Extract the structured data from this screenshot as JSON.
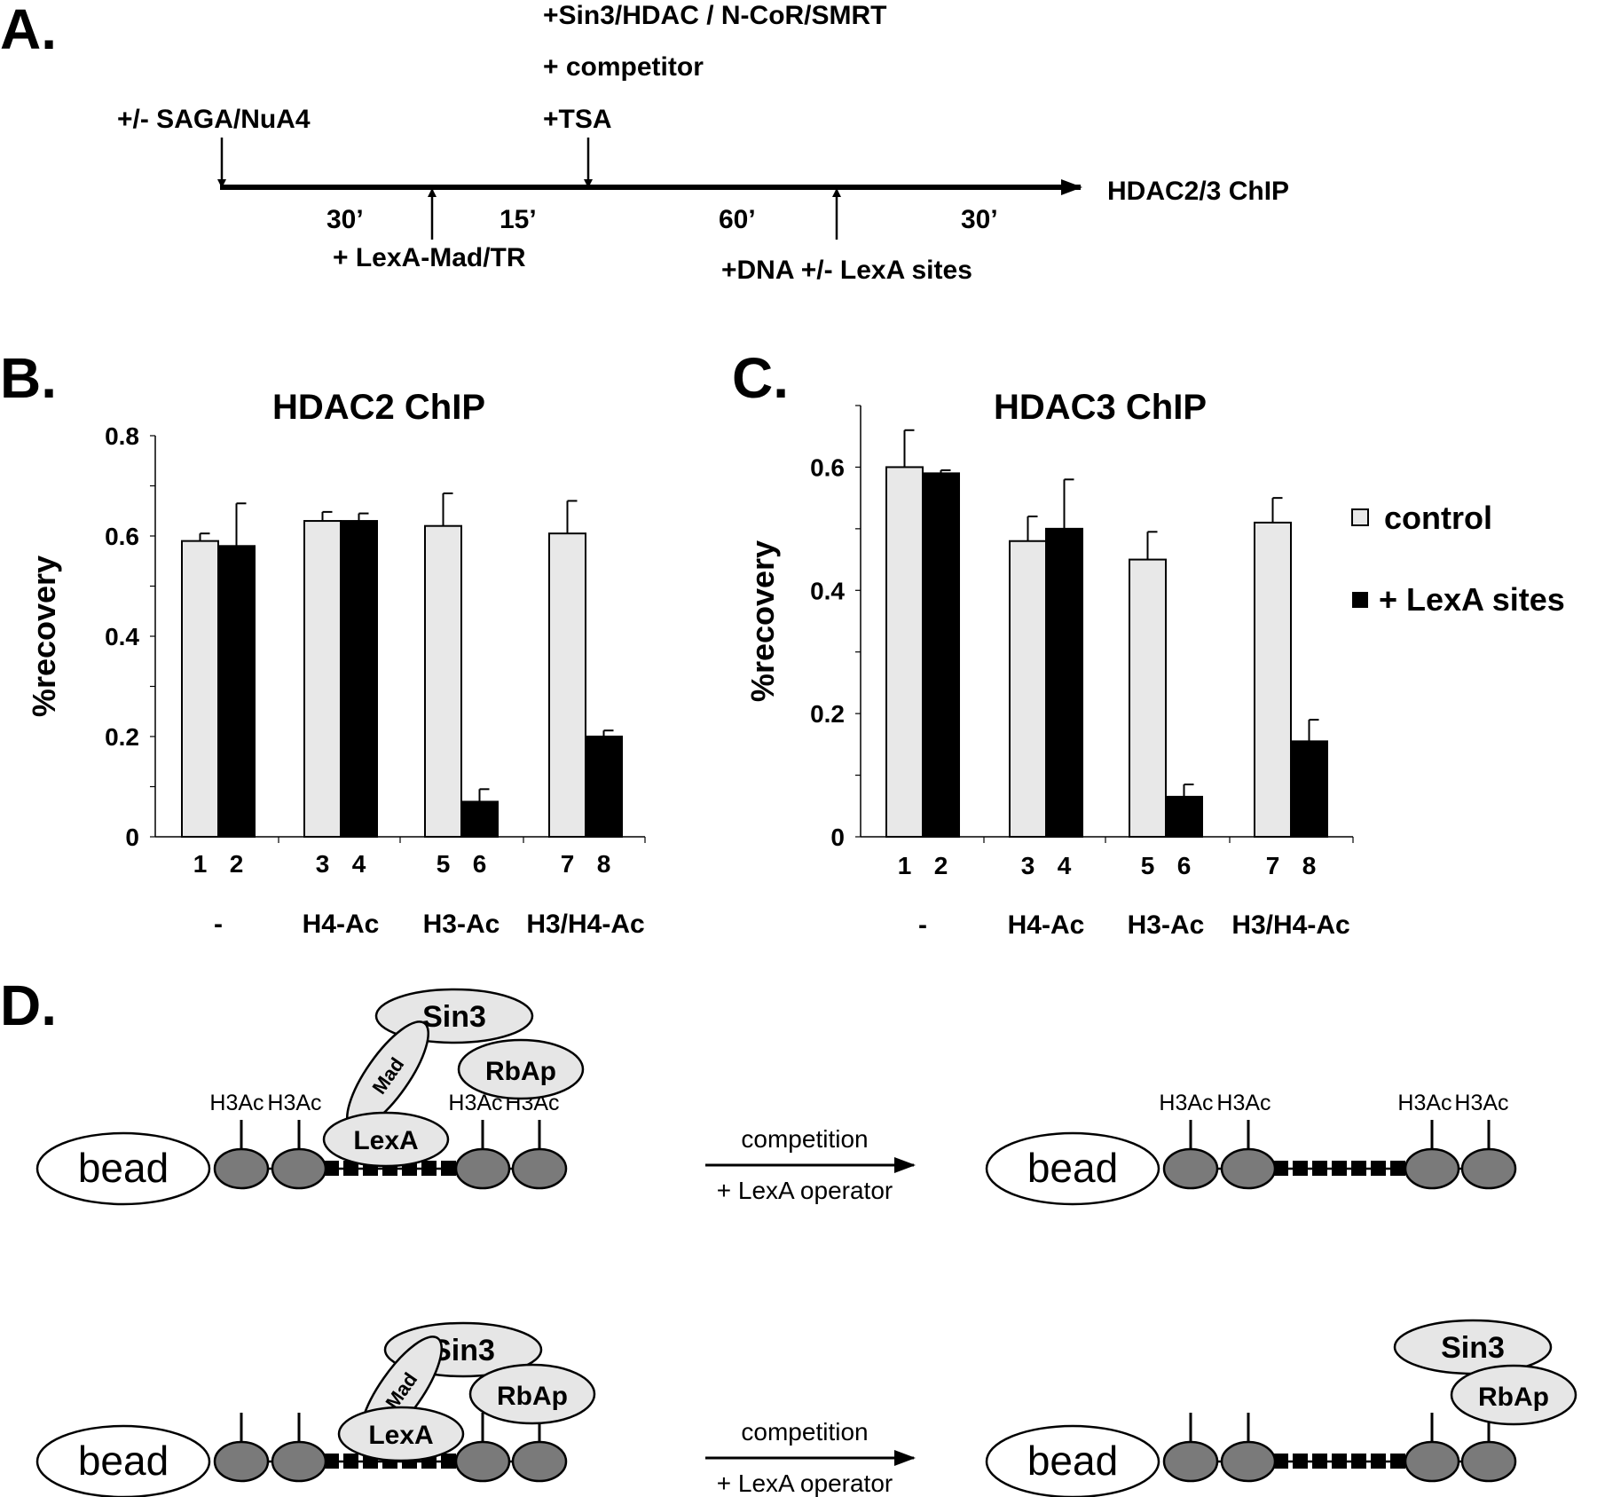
{
  "panel_a": {
    "letter": "A.",
    "step1": "+/- SAGA/NuA4",
    "step2": "+ LexA-Mad/TR",
    "step3_lines": [
      "+Sin3/HDAC / N-CoR/SMRT",
      "+ competitor",
      "+TSA"
    ],
    "step4": "+DNA +/- LexA sites",
    "endpoint": "HDAC2/3 ChIP",
    "times": [
      "30’",
      "15’",
      "60’",
      "30’"
    ]
  },
  "panel_b": {
    "letter": "B."
  },
  "panel_c": {
    "letter": "C."
  },
  "legend": {
    "control": "control",
    "lexa": "+ LexA sites"
  },
  "colors": {
    "control": "#e8e8e8",
    "lexa": "#000000",
    "nucleosome": "#7a7a7a",
    "protein": "#e6e6e6"
  },
  "chart_data": [
    {
      "type": "bar",
      "title": "HDAC2 ChIP",
      "ylabel": "%recovery",
      "ylim": [
        0,
        0.8
      ],
      "yticks": [
        "0",
        "0.2",
        "0.4",
        "0.6",
        "0.8"
      ],
      "groups": [
        "-",
        "H4-Ac",
        "H3-Ac",
        "H3/H4-Ac"
      ],
      "lane_labels": [
        "1",
        "2",
        "3",
        "4",
        "5",
        "6",
        "7",
        "8"
      ],
      "series": [
        {
          "name": "control",
          "values": [
            0.59,
            0.63,
            0.62,
            0.605
          ],
          "errors": [
            0.015,
            0.018,
            0.065,
            0.065
          ]
        },
        {
          "name": "+ LexA sites",
          "values": [
            0.58,
            0.63,
            0.07,
            0.2
          ],
          "errors": [
            0.085,
            0.015,
            0.025,
            0.012
          ]
        }
      ]
    },
    {
      "type": "bar",
      "title": "HDAC3 ChIP",
      "ylabel": "%recovery",
      "ylim": [
        0,
        0.7
      ],
      "yticks": [
        "0",
        "0.2",
        "0.4",
        "0.6"
      ],
      "groups": [
        "-",
        "H4-Ac",
        "H3-Ac",
        "H3/H4-Ac"
      ],
      "lane_labels": [
        "1",
        "2",
        "3",
        "4",
        "5",
        "6",
        "7",
        "8"
      ],
      "series": [
        {
          "name": "control",
          "values": [
            0.6,
            0.48,
            0.45,
            0.51
          ],
          "errors": [
            0.06,
            0.04,
            0.045,
            0.04
          ]
        },
        {
          "name": "+ LexA sites",
          "values": [
            0.59,
            0.5,
            0.065,
            0.155
          ],
          "errors": [
            0.005,
            0.08,
            0.02,
            0.035
          ]
        }
      ]
    }
  ],
  "panel_d": {
    "letter": "D.",
    "bead": "bead",
    "mark": "H3Ac",
    "sin3": "Sin3",
    "mad": "Mad",
    "rbap": "RbAp",
    "lexa": "LexA",
    "arrow_top": "competition",
    "arrow_bottom": "+ LexA operator"
  }
}
